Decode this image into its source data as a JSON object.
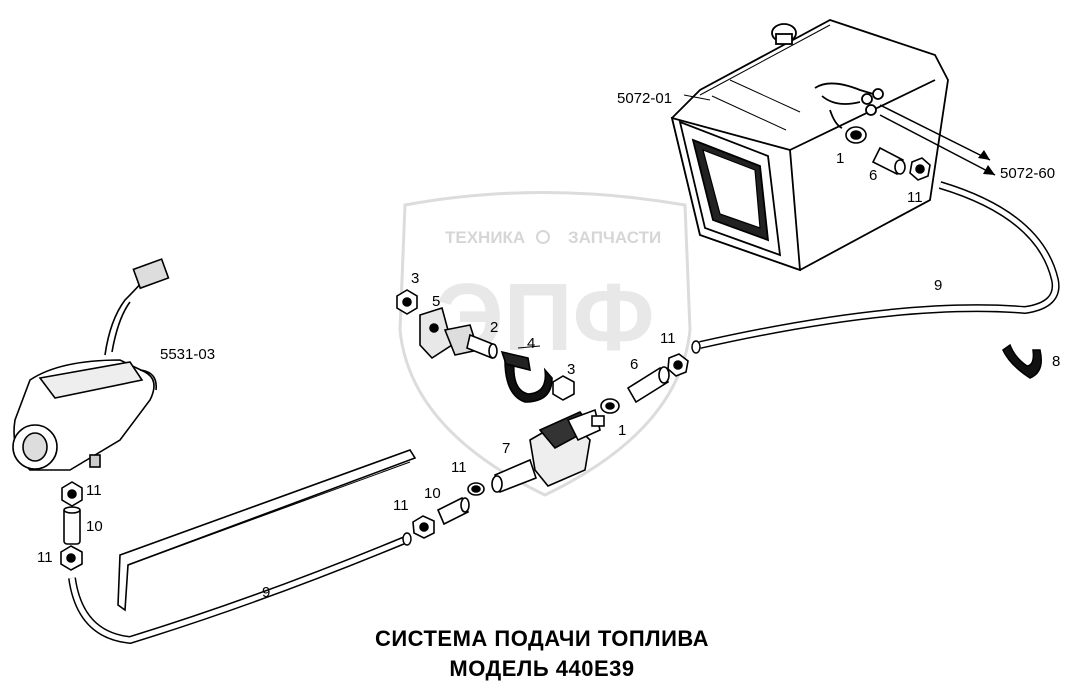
{
  "title": {
    "line1": "СИСТЕМА ПОДАЧИ ТОПЛИВА",
    "line2": "МОДЕЛЬ 440E39"
  },
  "watermark": {
    "text_left": "ТЕХНИКА",
    "text_right": "ЗАПЧАСТИ",
    "logo": "ЭПФ"
  },
  "assemblies": {
    "fuel_tank": "5072-01",
    "tank_reference": "5072-60",
    "heater": "5531-03"
  },
  "callouts": {
    "c1_tank": "1",
    "c6_tank": "6",
    "c11_tank": "11",
    "c9_right": "9",
    "c8": "8",
    "c3_top": "3",
    "c5": "5",
    "c2": "2",
    "c4": "4",
    "c3_mid": "3",
    "c11_mid": "11",
    "c6_mid": "6",
    "c1_mid": "1",
    "c7": "7",
    "c11_low": "11",
    "c10_low": "10",
    "c11_low2": "11",
    "c11_heater_top": "11",
    "c10_heater": "10",
    "c11_heater_bot": "11",
    "c9_left": "9"
  }
}
